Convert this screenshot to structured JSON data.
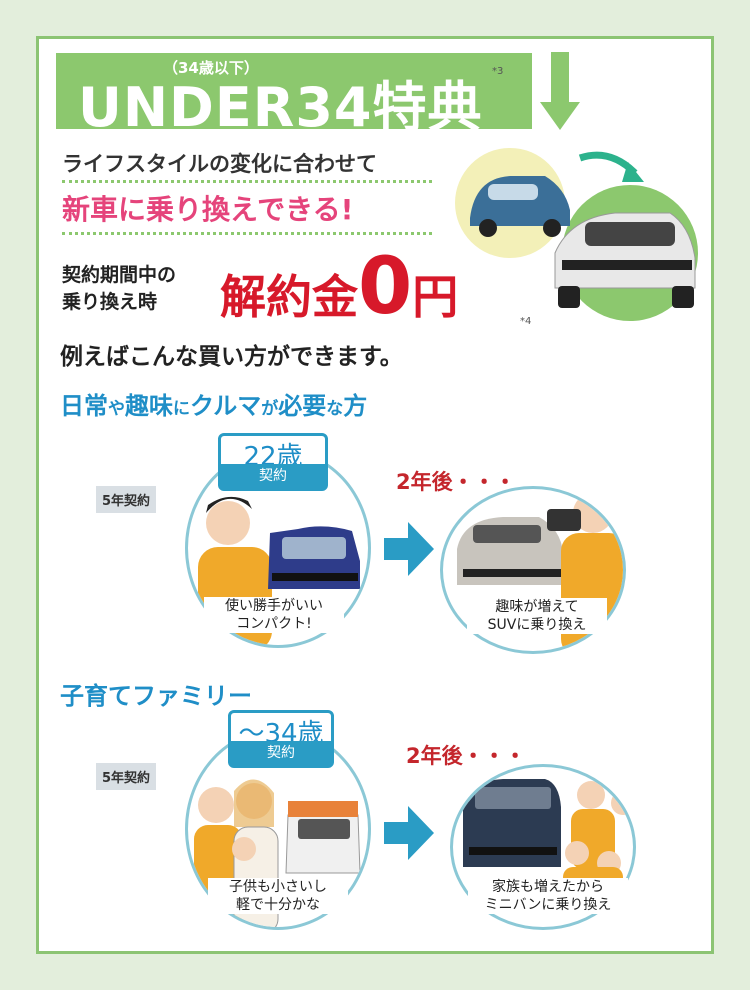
{
  "header": {
    "age_range": "（34歳以下）",
    "title": "UNDER34特典",
    "note": "*3"
  },
  "intro": {
    "line1": "ライフスタイルの変化に合わせて",
    "line2": "新車に乗り換えできる!"
  },
  "fee": {
    "label_line1": "契約期間中の",
    "label_line2": "乗り換え時",
    "headline_a": "解約金",
    "headline_b": "0",
    "headline_c": "円",
    "note": "*4"
  },
  "examples_heading": "例えばこんな買い方ができます。",
  "section1": {
    "title_parts": [
      "日常",
      "や",
      "趣味",
      "に",
      "クルマ",
      "が",
      "必要",
      "な",
      "方"
    ],
    "contract_tag": "5年契約",
    "age": "22歳",
    "age_label": "契約",
    "caption_before": [
      "使い勝手がいい",
      "コンパクト!"
    ],
    "after_label": "2年後・・・",
    "caption_after": [
      "趣味が増えて",
      "SUVに乗り換え"
    ]
  },
  "section2": {
    "title": "子育てファミリー",
    "contract_tag": "5年契約",
    "age": "〜34歳",
    "age_label": "契約",
    "caption_before": [
      "子供も小さいし",
      "軽で十分かな"
    ],
    "after_label": "2年後・・・",
    "caption_after": [
      "家族も増えたから",
      "ミニバンに乗り換え"
    ]
  },
  "colors": {
    "green": "#8cc86e",
    "pink": "#e5447b",
    "red": "#d7192a",
    "blue": "#1f8ec7",
    "circle_border": "#8bc8d6"
  }
}
